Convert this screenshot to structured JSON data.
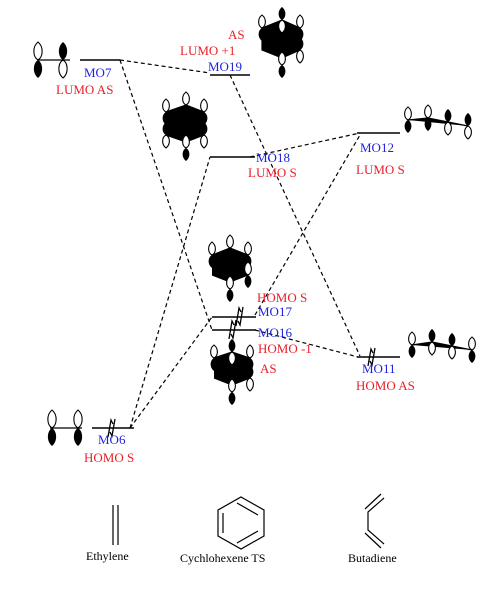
{
  "levels": {
    "mo7": {
      "id": "MO7",
      "desc": [
        "LUMO AS"
      ]
    },
    "mo19": {
      "id": "MO19",
      "desc": [
        "AS",
        "LUMO +1"
      ]
    },
    "mo18": {
      "id": "MO18",
      "desc": [
        "LUMO S"
      ]
    },
    "mo12": {
      "id": "MO12",
      "desc": [
        "LUMO  S"
      ]
    },
    "mo17": {
      "id": "MO17",
      "desc": [
        "HOMO S"
      ]
    },
    "mo16": {
      "id": "MO16",
      "desc": [
        "HOMO -1",
        "AS"
      ]
    },
    "mo11": {
      "id": "MO11",
      "desc": [
        "HOMO AS"
      ]
    },
    "mo6": {
      "id": "MO6",
      "desc": [
        "HOMO S"
      ]
    }
  },
  "legend": {
    "ethylene": "Ethylene",
    "cyclohexene_ts": "Cychlohexene TS",
    "butadiene": "Butadiene"
  },
  "colors": {
    "mo_label": "#1f1fdd",
    "symmetry_label": "#e8202a"
  }
}
